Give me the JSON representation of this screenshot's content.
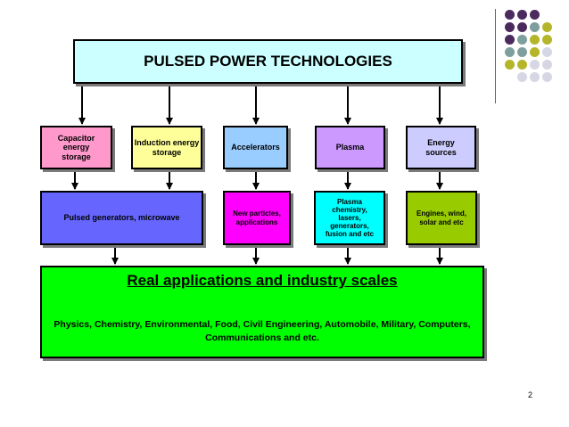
{
  "title": "PULSED POWER TECHNOLOGIES",
  "sources": [
    {
      "label": "Capacitor energy storage",
      "color": "#ff99cc"
    },
    {
      "label": "Induction energy storage",
      "color": "#ffff99"
    },
    {
      "label": "Accelerators",
      "color": "#99ccff"
    },
    {
      "label": "Plasma",
      "color": "#cc99ff"
    },
    {
      "label": "Energy sources",
      "color": "#ccccff"
    }
  ],
  "outputs": [
    {
      "label": "Pulsed generators, microwave",
      "color": "#6666ff"
    },
    {
      "label": "New particles, applications",
      "color": "#ff00ff"
    },
    {
      "label": "Plasma chemistry, lasers, generators, fusion and etc",
      "color": "#00ffff"
    },
    {
      "label": "Engines, wind, solar and etc",
      "color": "#99cc00"
    }
  ],
  "applications": {
    "title": "Real applications and industry scales",
    "body": "Physics, Chemistry, Environmental, Food, Civil Engineering, Automobile, Military, Computers, Communications and etc.",
    "color": "#00ff00"
  },
  "page_number": "2",
  "decor_colors": [
    "#4b2a5e",
    "#7f9e9e",
    "#b5b52a",
    "#d6d6e5"
  ]
}
